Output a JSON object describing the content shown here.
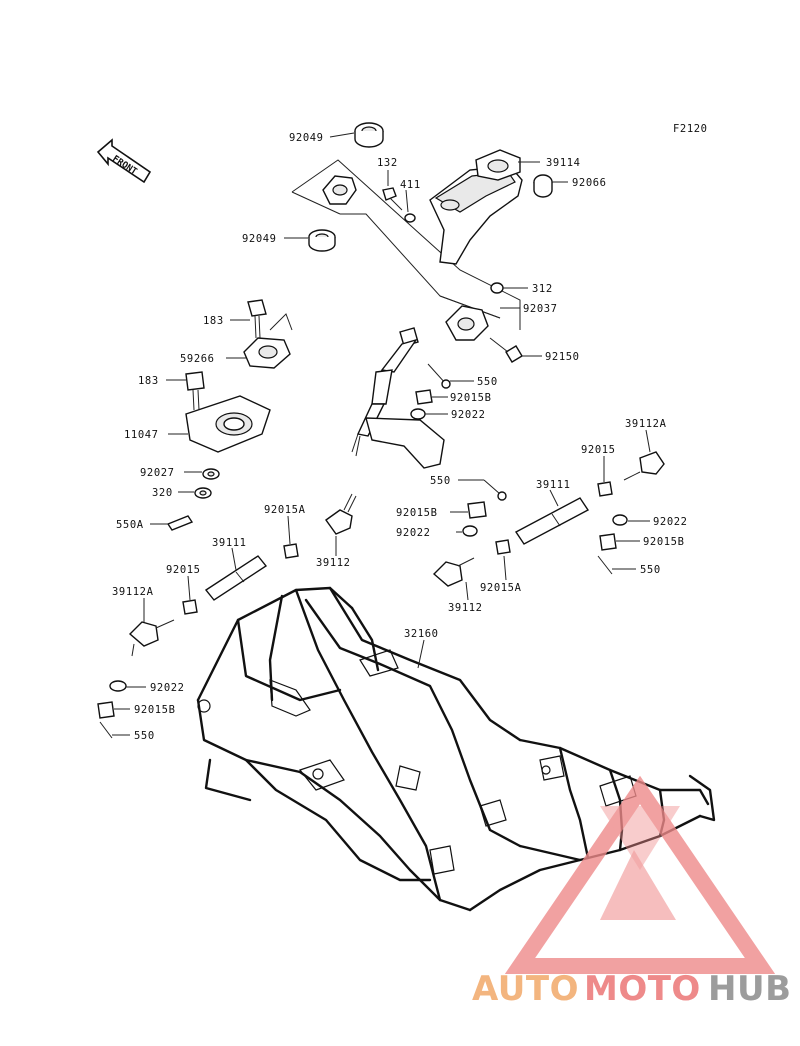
{
  "figure_code": "F2120",
  "front_label": "FRONT",
  "labels": {
    "l92049a": "92049",
    "l132": "132",
    "l411": "411",
    "l39114": "39114",
    "l92066": "92066",
    "l92049b": "92049",
    "l312": "312",
    "l92037": "92037",
    "l183a": "183",
    "l59266": "59266",
    "l92150": "92150",
    "l183b": "183",
    "l550a": "550",
    "l92015Ba": "92015B",
    "l92022a": "92022",
    "l11047": "11047",
    "l39112Aa": "39112A",
    "l92015a": "92015",
    "l92027": "92027",
    "l320": "320",
    "l550b": "550",
    "l39111a": "39111",
    "l550A": "550A",
    "l92015A_a": "92015A",
    "l92015Bb": "92015B",
    "l92022b": "92022",
    "l92022c": "92022",
    "l92015Bc": "92015B",
    "l39112a": "39112",
    "l39111b": "39111",
    "l92015b": "92015",
    "l550c": "550",
    "l92015A_b": "92015A",
    "l39112b": "39112",
    "l39112Ab": "39112A",
    "l32160": "32160",
    "l92022d": "92022",
    "l92015Bd": "92015B",
    "l550d": "550"
  },
  "watermark": {
    "part1": "AUTO",
    "part2": "MOTO",
    "part3": "HUB",
    "color_orange": "#f3b57f",
    "color_red": "#ee8a8a",
    "color_gray": "#9c9c9c"
  }
}
